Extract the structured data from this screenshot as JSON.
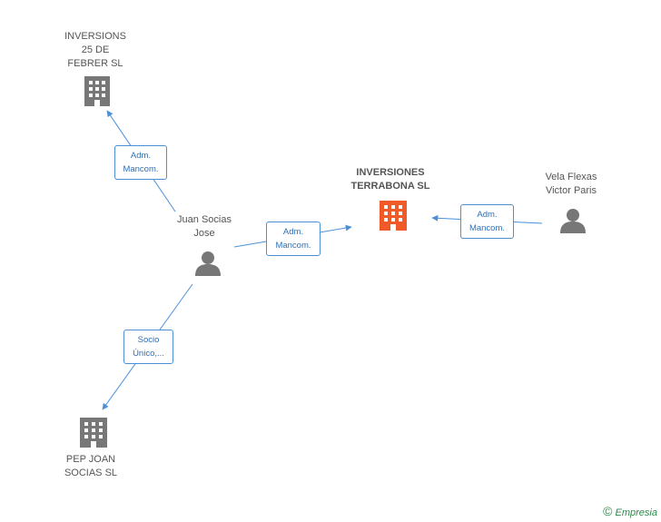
{
  "nodes": {
    "inversions_25": {
      "label": "INVERSIONS\n25 DE\nFEBRER SL",
      "type": "company"
    },
    "terrabona": {
      "label": "INVERSIONES\nTERRABONA SL",
      "type": "company-main"
    },
    "vela": {
      "label": "Vela Flexas\nVictor Paris",
      "type": "person"
    },
    "juan": {
      "label": "Juan Socias\nJose",
      "type": "person"
    },
    "pep": {
      "label": "PEP JOAN\nSOCIAS SL",
      "type": "company"
    }
  },
  "edges": {
    "e1": {
      "line1": "Adm.",
      "line2": "Mancom."
    },
    "e2": {
      "line1": "Adm.",
      "line2": "Mancom."
    },
    "e3": {
      "line1": "Adm.",
      "line2": "Mancom."
    },
    "e4": {
      "line1": "Socio",
      "line2": "Único,..."
    }
  },
  "colors": {
    "edge": "#4a90d9",
    "company": "#777777",
    "main_company": "#f05a28",
    "person": "#777777"
  },
  "footer": {
    "copyright": "©",
    "brand": "Empresia"
  }
}
